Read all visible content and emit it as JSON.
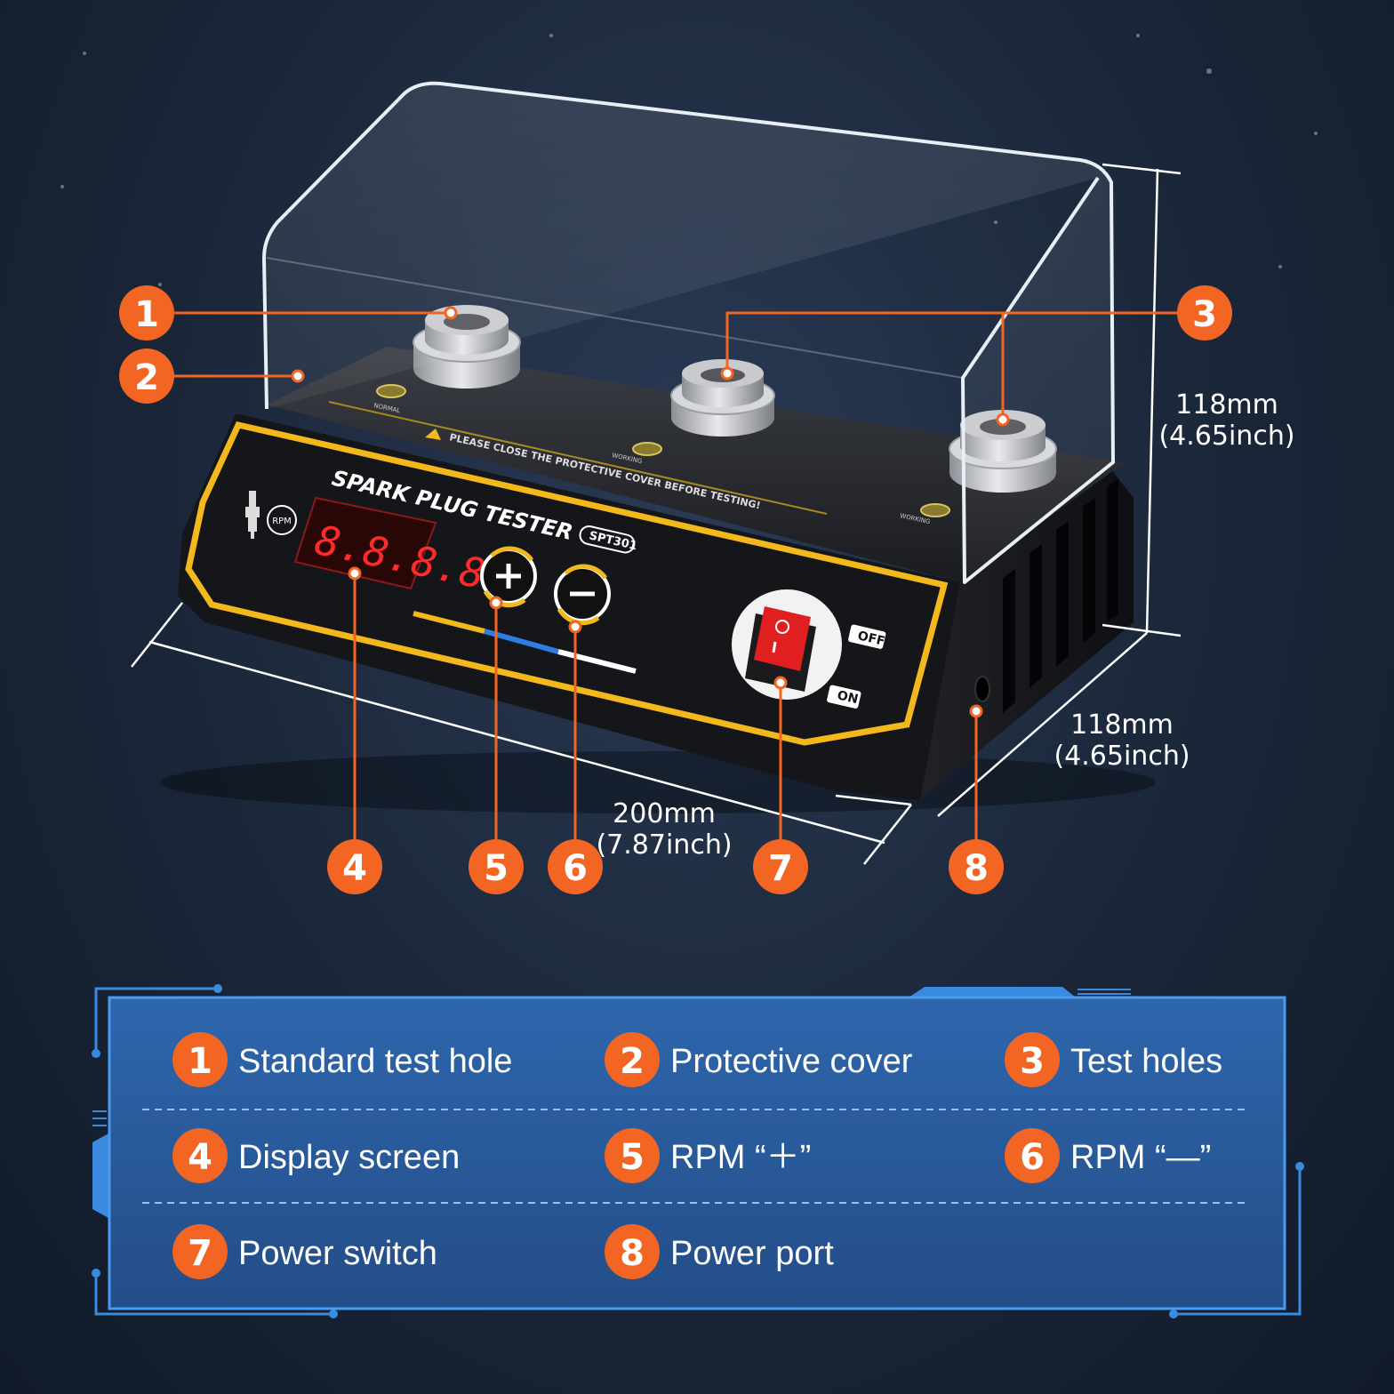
{
  "colors": {
    "accent": "#f26522",
    "panel_yellow": "#f2b81c",
    "display_red": "#ff2b2b",
    "legend_bg": "#2b5a9a",
    "legend_border": "#3a8be0"
  },
  "device": {
    "brand_title": "SPARK PLUG TESTER",
    "model": "SPT301",
    "warning": "PLEASE CLOSE THE PROTECTIVE COVER BEFORE TESTING!",
    "rpm_label": "RPM",
    "display_value": "8.8.8.8",
    "led_normal": "NORMAL",
    "led_working_1": "WORKING",
    "led_working_2": "WORKING",
    "switch_off": "OFF",
    "switch_on": "ON"
  },
  "dimensions": {
    "height_mm": "118mm",
    "height_in": "(4.65inch)",
    "depth_mm": "118mm",
    "depth_in": "(4.65inch)",
    "width_mm": "200mm",
    "width_in": "(7.87inch)"
  },
  "callouts": [
    "1",
    "2",
    "3",
    "4",
    "5",
    "6",
    "7",
    "8"
  ],
  "legend": [
    {
      "num": "1",
      "label": "Standard test hole"
    },
    {
      "num": "2",
      "label": "Protective cover"
    },
    {
      "num": "3",
      "label": "Test holes"
    },
    {
      "num": "4",
      "label": "Display screen"
    },
    {
      "num": "5",
      "label": "RPM “＋”"
    },
    {
      "num": "6",
      "label": "RPM “—”"
    },
    {
      "num": "7",
      "label": "Power switch"
    },
    {
      "num": "8",
      "label": "Power port"
    }
  ]
}
